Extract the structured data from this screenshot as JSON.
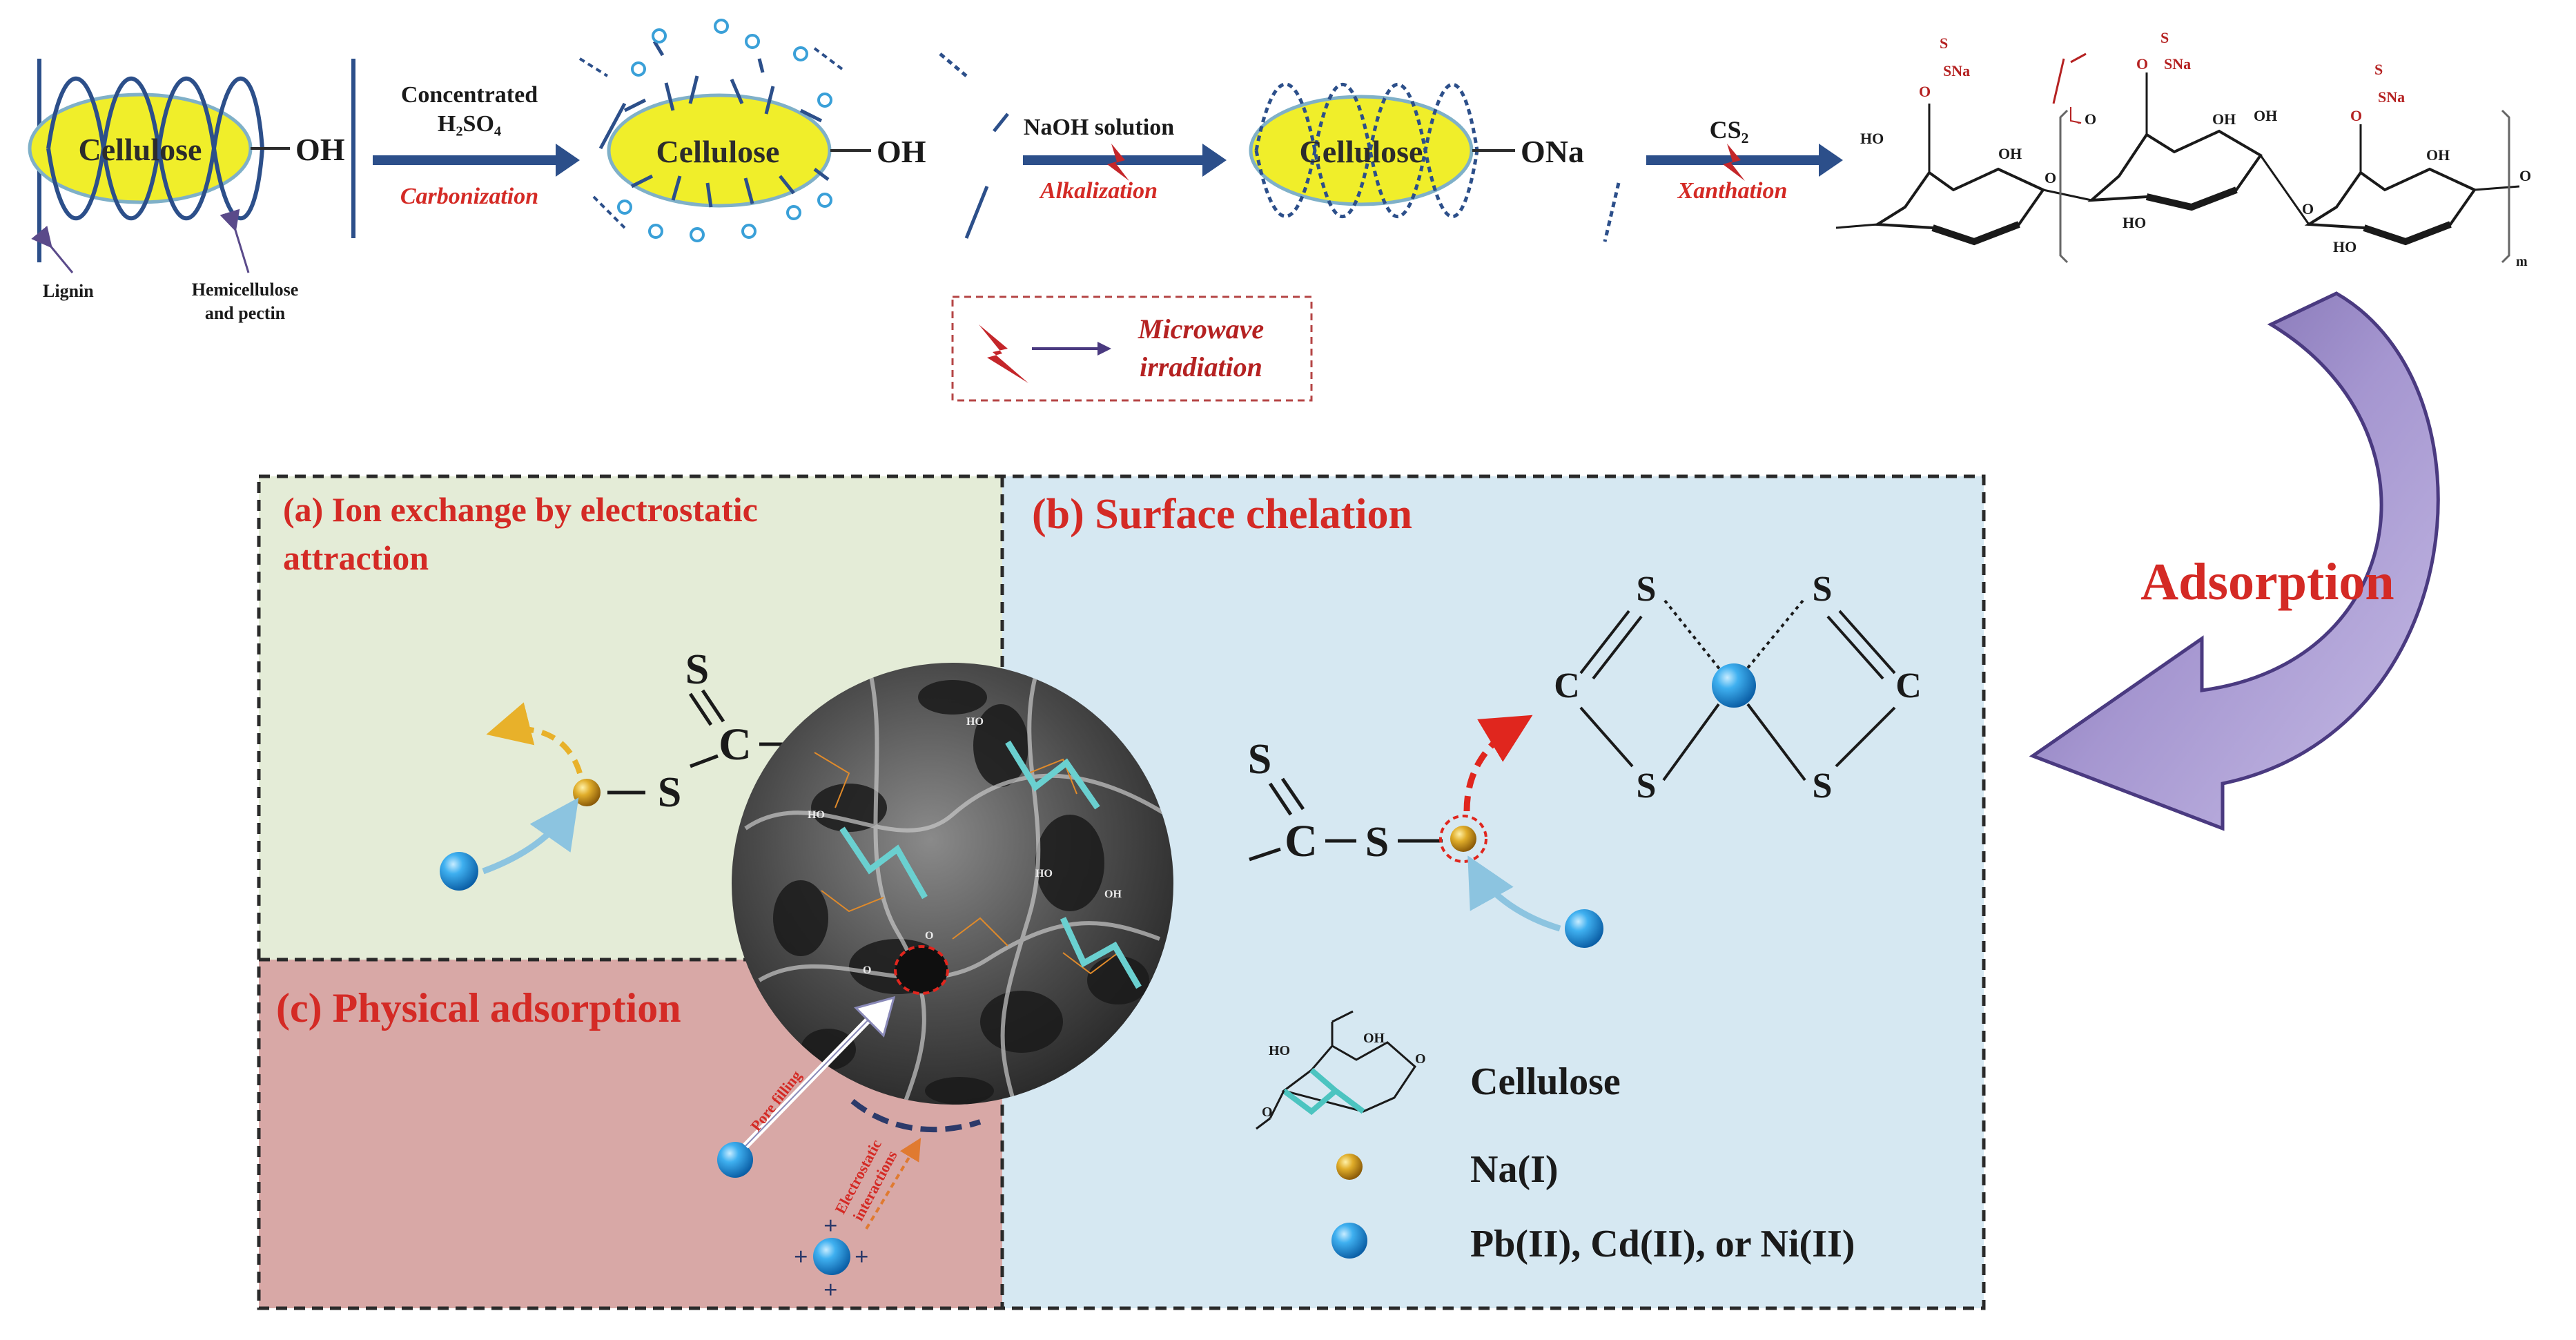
{
  "top": {
    "cellulose_label": "Cellulose",
    "oh": "-OH",
    "ona": "-ONa",
    "lignin": "Lignin",
    "hemi_line1": "Hemicellulose",
    "hemi_line2": "and pectin",
    "step1_line1": "Concentrated",
    "step1_line2": "H₂SO₄",
    "step1_sub": "Carbonization",
    "step2_top": "NaOH solution",
    "step2_sub": "Alkalization",
    "step3_top": "CS₂",
    "step3_sub": "Xanthation",
    "legend_line1": "Microwave",
    "legend_line2": "irradiation"
  },
  "structure": {
    "ho": "HO",
    "oh": "OH",
    "o": "O",
    "sna": "SNa",
    "s": "S",
    "m": "m"
  },
  "adsorption_label": "Adsorption",
  "panels": {
    "a_line1": "(a) Ion exchange by electrostatic",
    "a_line2": "attraction",
    "b": "(b) Surface chelation",
    "c": "(c) Physical adsorption"
  },
  "chem": {
    "S": "S",
    "C": "C",
    "pore_filling": "Pore filling",
    "electro_line1": "Electrostatic",
    "electro_line2": "interactions",
    "plus": "+"
  },
  "legend": {
    "cellulose": "Cellulose",
    "na": "Na(I)",
    "metals": "Pb(II), Cd(II), or Ni(II)"
  },
  "colors": {
    "title_red": "#d42a25",
    "panel_a": "#e4ecd7",
    "panel_b": "#d6e8f2",
    "panel_c": "#d8a8a6",
    "arrow_blue": "#2c4f8a",
    "cellulose_yellow": "#f0ee2a",
    "metal_blue": "#1a8fd8",
    "na_gold": "#d8a31c",
    "adsorption_purple": "#9b8cc4"
  }
}
